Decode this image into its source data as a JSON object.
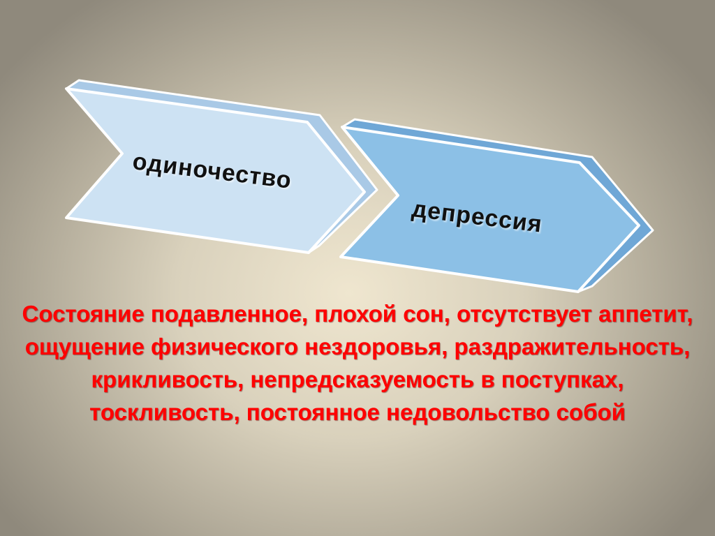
{
  "diagram": {
    "steps": [
      {
        "label": "одиночество",
        "face_color": "#cde2f3",
        "side_color": "#a9c9e6"
      },
      {
        "label": "депрессия",
        "face_color": "#8cc0e6",
        "side_color": "#6fa7d6"
      }
    ]
  },
  "description": "Состояние  подавленное, плохой сон, отсутствует аппетит, ощущение физического нездоровья, раздражительность, крикливость, непредсказуемость в поступках, тоскливость, постоянное недовольство собой",
  "colors": {
    "description_text": "#ff0000",
    "label_text": "#111111"
  }
}
